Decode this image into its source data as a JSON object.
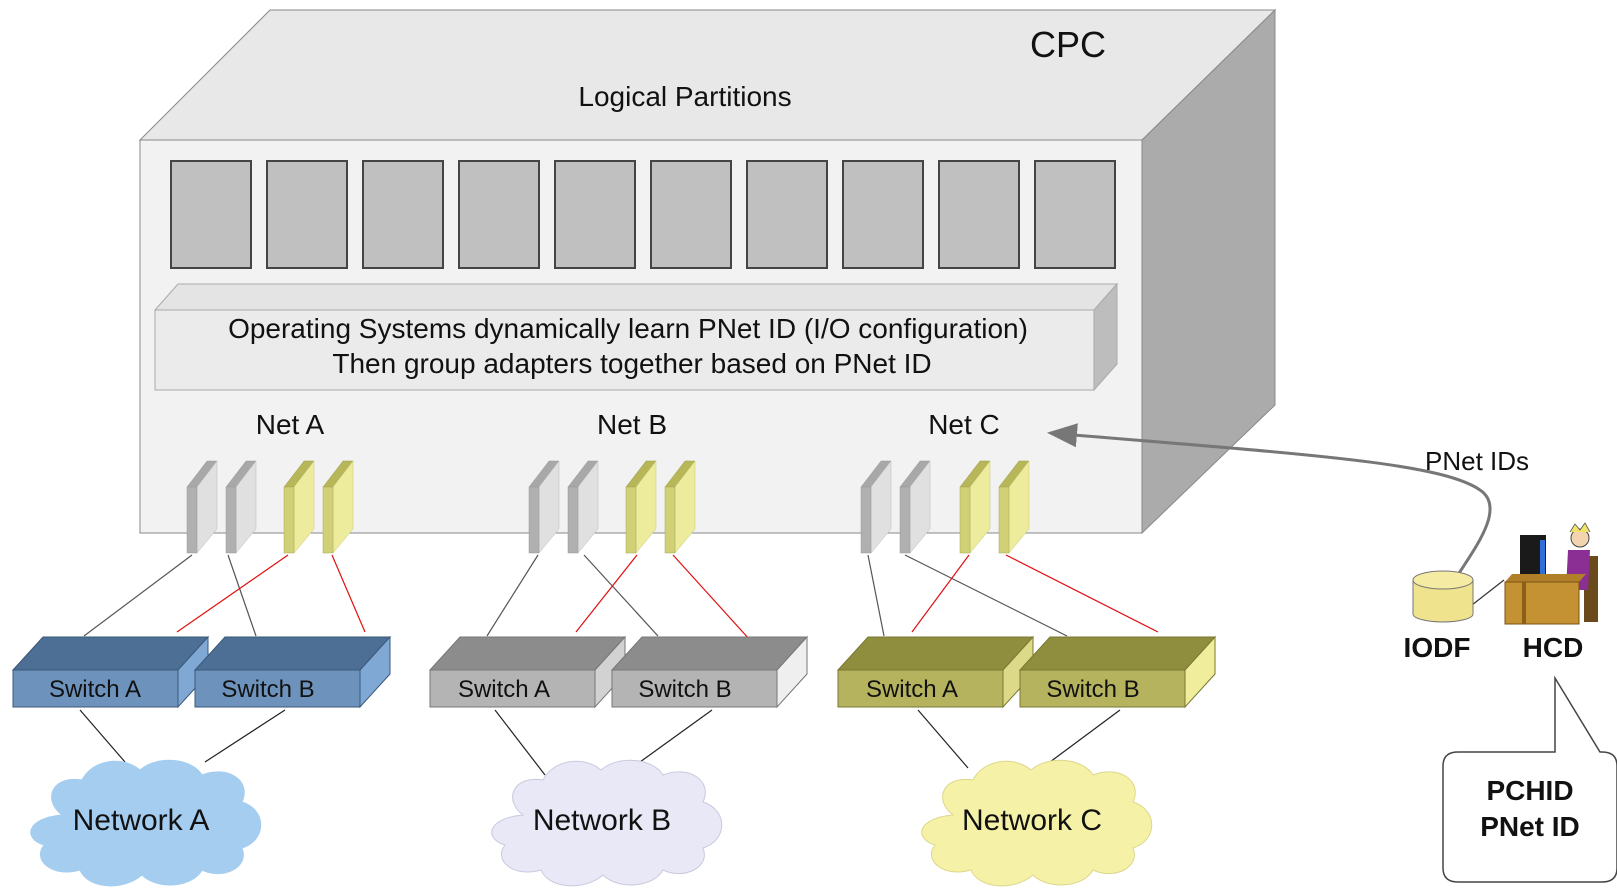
{
  "cpc": {
    "title": "CPC",
    "partitions_label": "Logical Partitions",
    "partition_count": 10,
    "os_text_line1": "Operating Systems dynamically learn PNet ID (I/O configuration)",
    "os_text_line2": "Then group adapters together based on PNet ID",
    "nets": [
      {
        "label": "Net A"
      },
      {
        "label": "Net B"
      },
      {
        "label": "Net C"
      }
    ]
  },
  "networks": [
    {
      "label": "Network A",
      "switch_a": "Switch A",
      "switch_b": "Switch B"
    },
    {
      "label": "Network B",
      "switch_a": "Switch A",
      "switch_b": "Switch B"
    },
    {
      "label": "Network C",
      "switch_a": "Switch A",
      "switch_b": "Switch B"
    }
  ],
  "config": {
    "arrow_label": "PNet IDs",
    "iodf_label": "IODF",
    "hcd_label": "HCD",
    "callout_line1": "PCHID",
    "callout_line2": "PNet ID"
  },
  "colors": {
    "switch_blue": "#6d93bd",
    "switch_gray": "#b4b4b4",
    "switch_olive": "#b5b35e",
    "cloud_blue": "#a5cdf0",
    "cloud_lavender": "#e8e8f6",
    "cloud_yellow": "#f5f2a8",
    "adapter_yellow": "#e8e89a",
    "link_red": "#e01010"
  }
}
